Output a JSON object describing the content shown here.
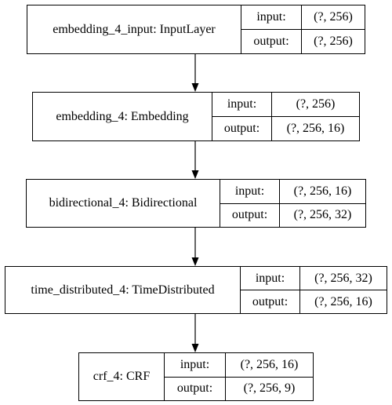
{
  "labels": {
    "input": "input:",
    "output": "output:"
  },
  "layers": [
    {
      "name": "embedding_4_input: InputLayer",
      "input": "(?, 256)",
      "output": "(?, 256)"
    },
    {
      "name": "embedding_4: Embedding",
      "input": "(?, 256)",
      "output": "(?, 256, 16)"
    },
    {
      "name": "bidirectional_4: Bidirectional",
      "input": "(?, 256, 16)",
      "output": "(?, 256, 32)"
    },
    {
      "name": "time_distributed_4: TimeDistributed",
      "input": "(?, 256, 32)",
      "output": "(?, 256, 16)"
    },
    {
      "name": "crf_4: CRF",
      "input": "(?, 256, 16)",
      "output": "(?, 256, 9)"
    }
  ]
}
